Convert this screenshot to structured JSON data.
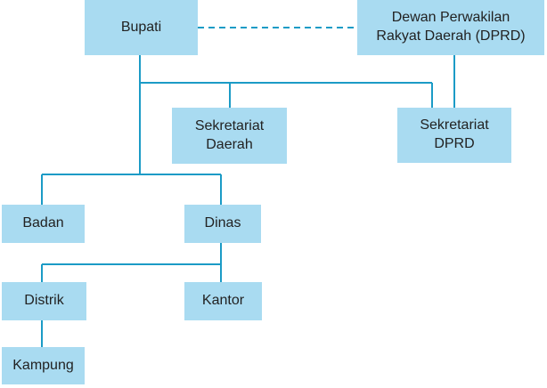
{
  "diagram": {
    "colors": {
      "box_fill": "#a9dbf1",
      "connector": "#1b9bc6",
      "text": "#222222"
    },
    "nodes": {
      "bupati": "Bupati",
      "dprd": "Dewan Perwakilan\nRakyat Daerah (DPRD)",
      "sekretariat_daerah": "Sekretariat\nDaerah",
      "sekretariat_dprd": "Sekretariat\nDPRD",
      "badan": "Badan",
      "dinas": "Dinas",
      "distrik": "Distrik",
      "kantor": "Kantor",
      "kampung": "Kampung"
    }
  }
}
